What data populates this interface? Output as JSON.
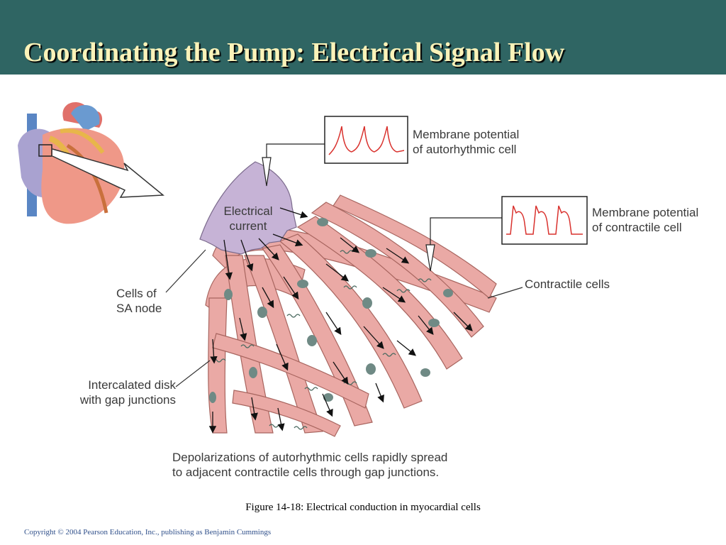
{
  "title": "Coordinating the Pump: Electrical Signal Flow",
  "labels": {
    "membrane_autorhythmic_line1": "Membrane potential",
    "membrane_autorhythmic_line2": "of autorhythmic cell",
    "membrane_contractile_line1": "Membrane potential",
    "membrane_contractile_line2": "of contractile cell",
    "electrical_current_line1": "Electrical",
    "electrical_current_line2": "current",
    "sa_node_line1": "Cells of",
    "sa_node_line2": "SA node",
    "contractile_cells": "Contractile cells",
    "intercalated_line1": "Intercalated disk",
    "intercalated_line2": "with gap junctions",
    "summary_line1": "Depolarizations of autorhythmic cells rapidly spread",
    "summary_line2": "to adjacent contractile cells through gap junctions."
  },
  "caption": "Figure 14-18:  Electrical conduction in myocardial cells",
  "copyright": "Copyright © 2004 Pearson Education, Inc., publishing as Benjamin Cummings",
  "colors": {
    "title_bar": "#2f6563",
    "title_text": "#fbf3b9",
    "cell_fill": "#e9a8a4",
    "sa_node_fill": "#c6b3d6",
    "trace": "#d9322e",
    "copyright_text": "#2f4f8a"
  }
}
